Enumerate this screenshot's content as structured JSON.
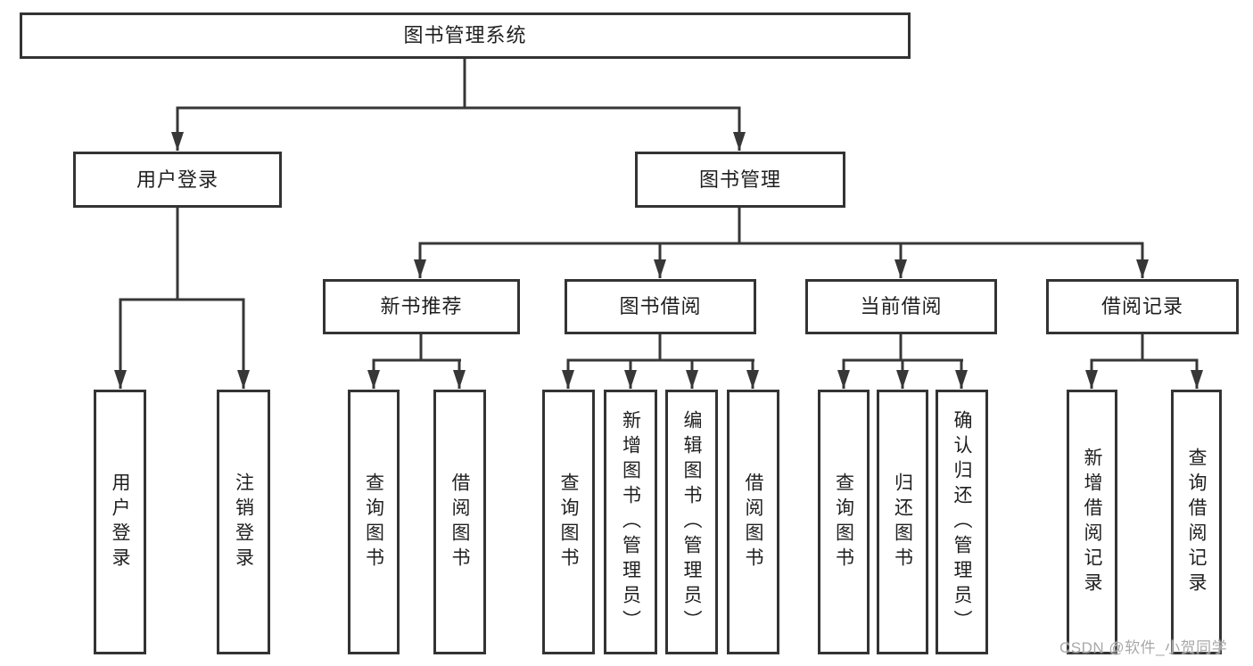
{
  "diagram": {
    "type": "hierarchy-tree",
    "colors": {
      "line": "#373737",
      "border": "#333333",
      "text": "#1f1f1f",
      "background": "#ffffff",
      "watermark": "#a8a8a8"
    }
  },
  "nodes": {
    "root": {
      "label": "图书管理系统"
    },
    "user_login": {
      "label": "用户登录",
      "children": {
        "login": {
          "label": "用户登录"
        },
        "logout": {
          "label": "注销登录"
        }
      }
    },
    "book_mgmt": {
      "label": "图书管理",
      "children": {
        "new_book_rec": {
          "label": "新书推荐",
          "children": {
            "query_books": {
              "label": "查询图书"
            },
            "borrow_books": {
              "label": "借阅图书"
            }
          }
        },
        "book_borrow": {
          "label": "图书借阅",
          "children": {
            "query_books": {
              "label": "查询图书"
            },
            "add_books_admin": {
              "label": "新增图书（管理员）"
            },
            "edit_books_admin": {
              "label": "编辑图书（管理员）"
            },
            "borrow_books": {
              "label": "借阅图书"
            }
          }
        },
        "current_borrow": {
          "label": "当前借阅",
          "children": {
            "query_books": {
              "label": "查询图书"
            },
            "return_books": {
              "label": "归还图书"
            },
            "confirm_return_admin": {
              "label": "确认归还（管理员）"
            }
          }
        },
        "borrow_record": {
          "label": "借阅记录",
          "children": {
            "add_borrow_record": {
              "label": "新增借阅记录"
            },
            "query_borrow_record": {
              "label": "查询借阅记录"
            }
          }
        }
      }
    }
  },
  "watermark": {
    "text": "CSDN @软件_小贺同学"
  }
}
